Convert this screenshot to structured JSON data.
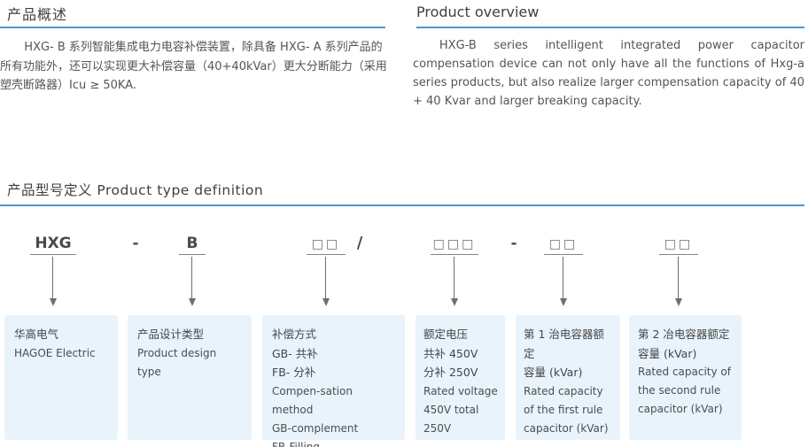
{
  "overview_cn": {
    "title": "产品概述",
    "body": "HXG- B 系列智能集成电力电容补偿装置，除具备 HXG- A 系列产品的所有功能外，还可以实现更大补偿容量（40+40kVar）更大分断能力（采用塑壳断路器）Icu ≥ 50KA."
  },
  "overview_en": {
    "title": "Product overview",
    "body": "HXG-B series intelligent integrated power capacitor compensation device can not only have all the functions of Hxg-a series products, but also realize larger compensation capacity of 40 + 40 Kvar and larger breaking capacity."
  },
  "type_definition": {
    "title": "产品型号定义 Product type definition",
    "code_segments": [
      {
        "text": "HXG"
      },
      {
        "text": "-"
      },
      {
        "text": "B"
      },
      {
        "text": "□□"
      },
      {
        "text": "/"
      },
      {
        "text": "□□□"
      },
      {
        "text": "-"
      },
      {
        "text": "□□"
      },
      {
        "text": "□□"
      }
    ],
    "boxes": [
      {
        "lines": [
          "华高电气",
          "HAGOE Electric"
        ]
      },
      {
        "lines": [
          "产品设计类型",
          "Product design type"
        ]
      },
      {
        "lines": [
          "补偿方式",
          "GB- 共补",
          "FB- 分补",
          "Compen-sation method",
          "GB-complement",
          "FB-Filling"
        ]
      },
      {
        "lines": [
          "额定电压",
          "共补 450V",
          "分补 250V",
          "Rated voltage 450V total 250V"
        ]
      },
      {
        "lines": [
          "第 1 治电容器额定",
          "容量 (kVar)",
          "Rated capacity of the first rule capacitor (kVar)"
        ]
      },
      {
        "lines": [
          "第 2 冶电容器额定",
          "容量 (kVar)",
          "Rated capacity of the second rule capacitor (kVar)"
        ]
      }
    ]
  },
  "colors": {
    "accent_blue": "#4e97cf",
    "box_background": "#e8f3fc",
    "heading_text": "#3f3f3f",
    "body_text": "#555555",
    "diagram_gray": "#6e6e6e"
  }
}
